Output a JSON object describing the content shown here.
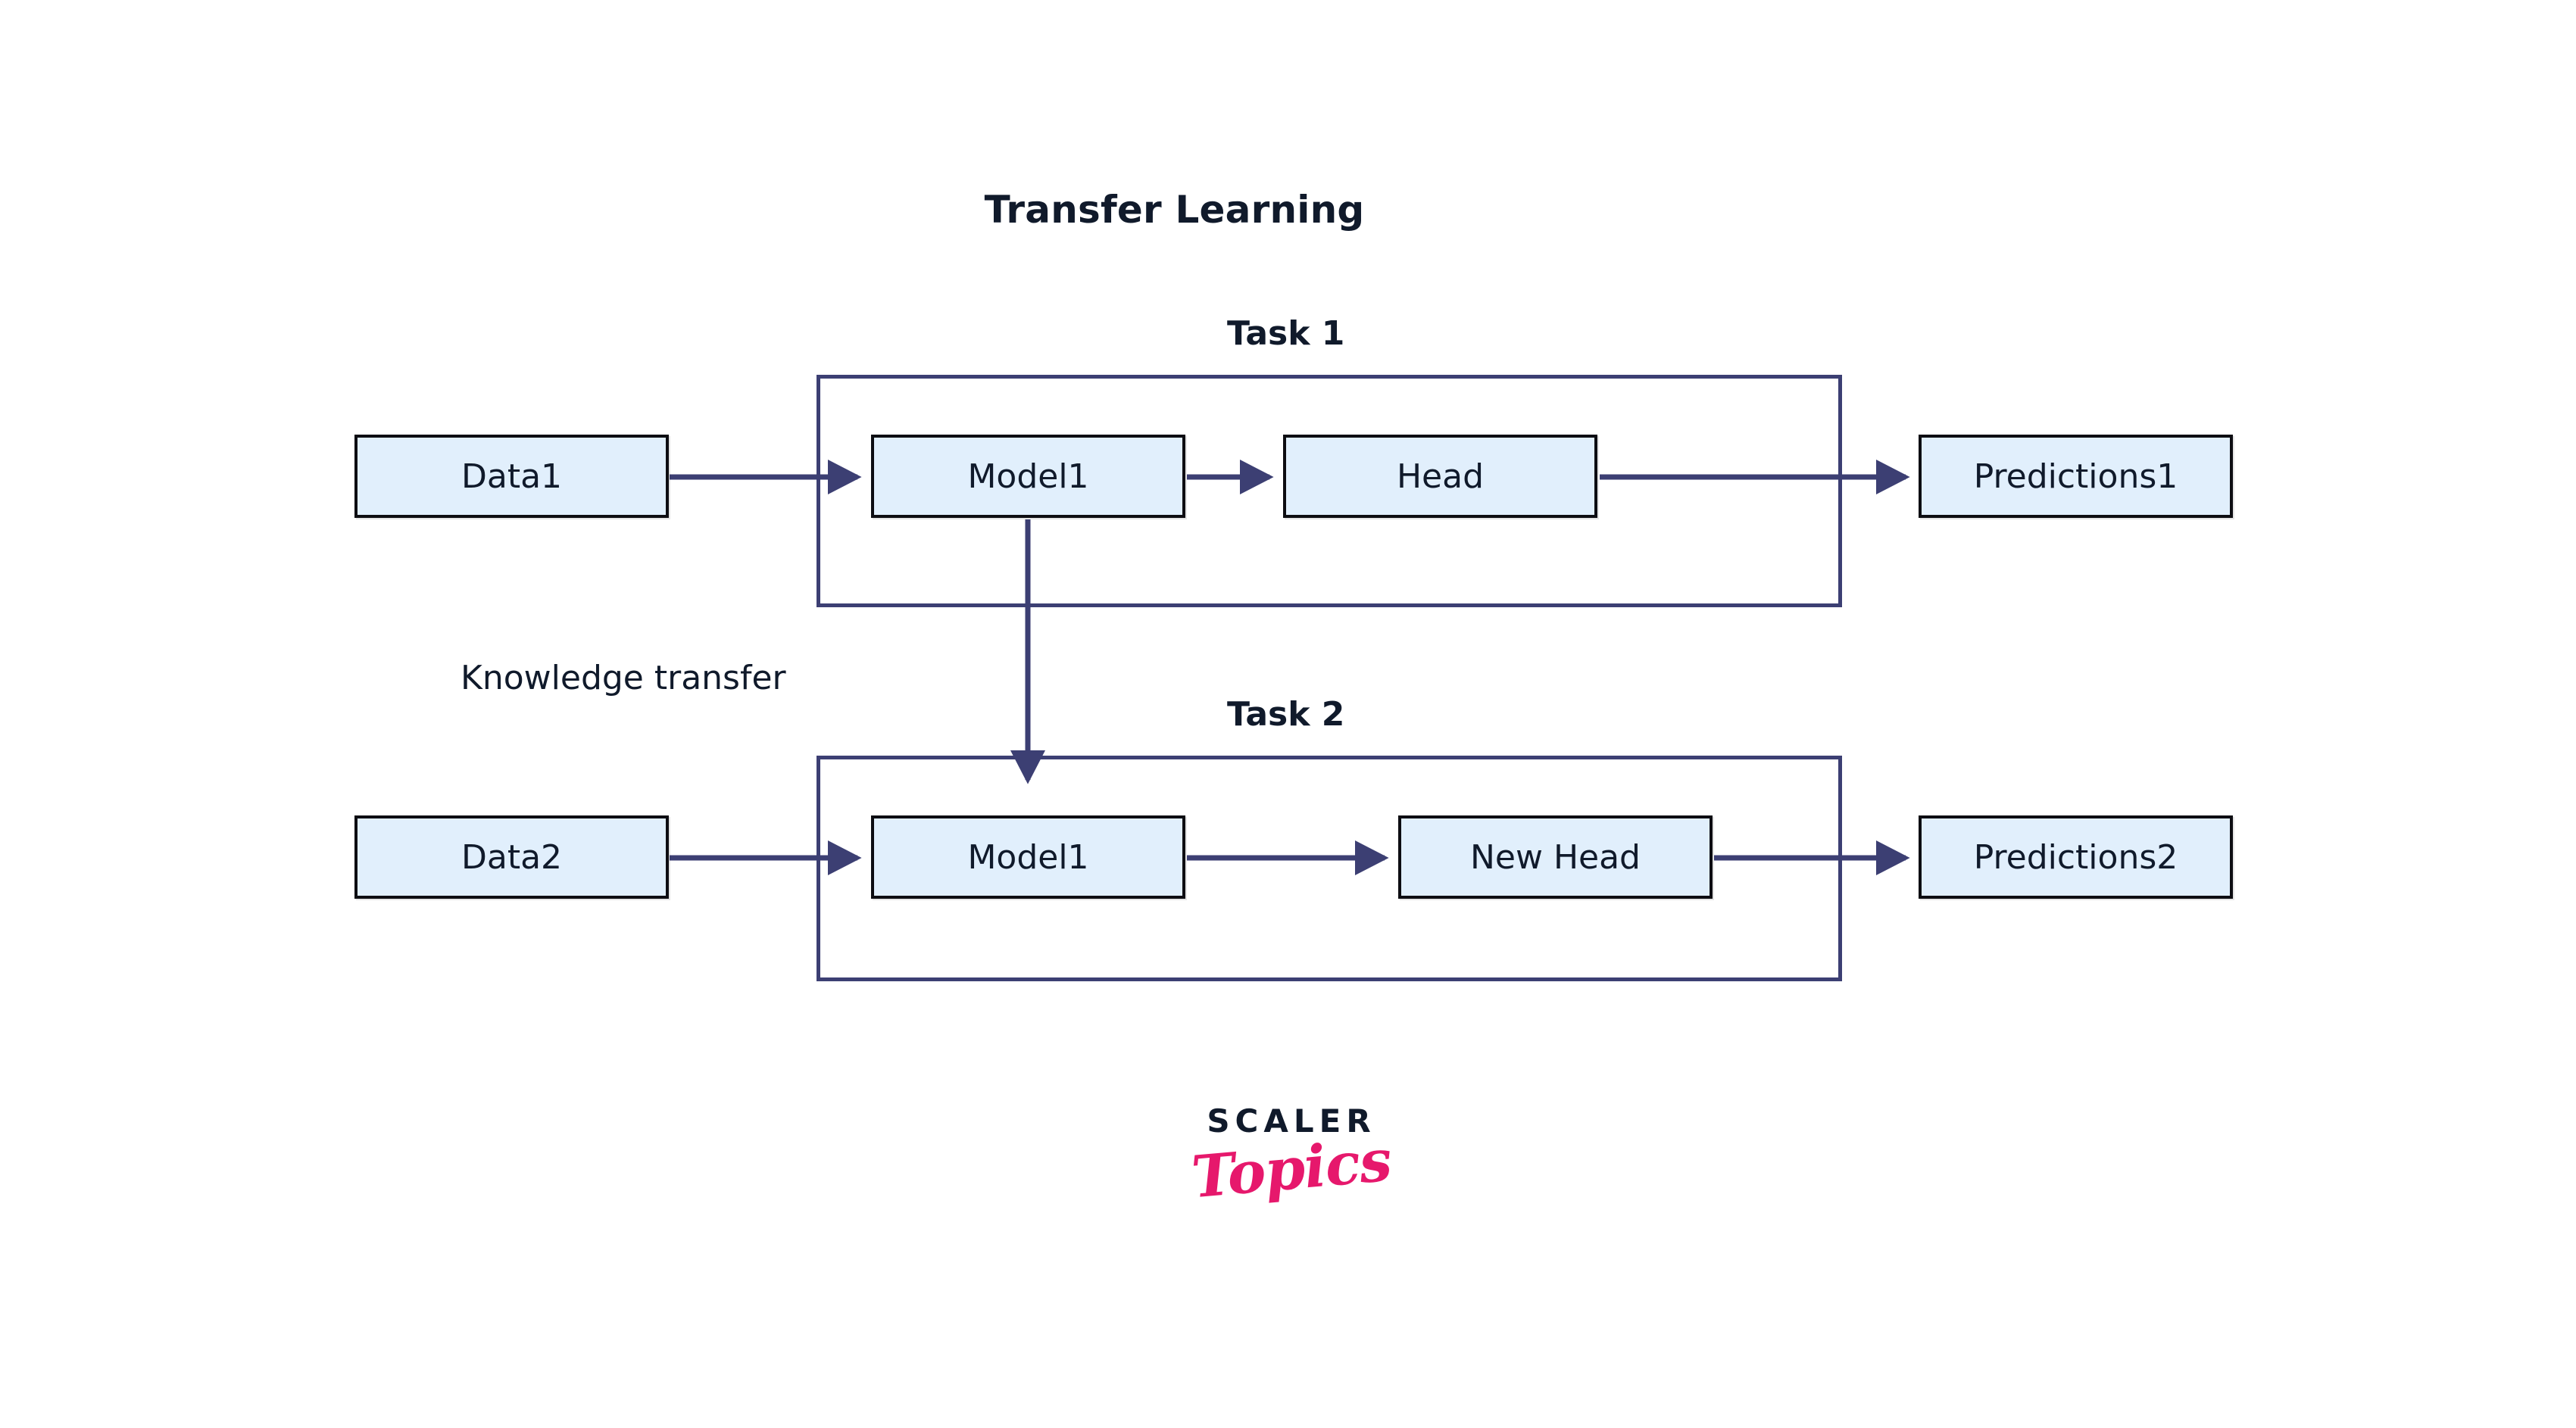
{
  "diagram": {
    "title": "Transfer Learning",
    "groups": [
      {
        "id": "task1",
        "label": "Task 1"
      },
      {
        "id": "task2",
        "label": "Task 2"
      }
    ],
    "annotations": [
      {
        "id": "knowledge-transfer",
        "label": "Knowledge transfer"
      }
    ],
    "nodes": {
      "data1": "Data1",
      "model1_task1": "Model1",
      "head": "Head",
      "predictions1": "Predictions1",
      "data2": "Data2",
      "model1_task2": "Model1",
      "new_head": "New Head",
      "predictions2": "Predictions2"
    },
    "edges": [
      {
        "from": "data1",
        "to": "model1_task1",
        "direction": "right"
      },
      {
        "from": "model1_task1",
        "to": "head",
        "direction": "right"
      },
      {
        "from": "head",
        "to": "predictions1",
        "direction": "right"
      },
      {
        "from": "model1_task1",
        "to": "model1_task2",
        "direction": "down",
        "label": "Knowledge transfer"
      },
      {
        "from": "data2",
        "to": "model1_task2",
        "direction": "right"
      },
      {
        "from": "model1_task2",
        "to": "new_head",
        "direction": "right"
      },
      {
        "from": "new_head",
        "to": "predictions2",
        "direction": "right"
      }
    ]
  },
  "logo": {
    "primary": "SCALER",
    "secondary": "Topics"
  },
  "colors": {
    "background": "#ffffff",
    "node_fill": "#e1effc",
    "node_border": "#0d0d12",
    "text": "#101a2b",
    "container_border": "#3c3f73",
    "arrow": "#3c3f73",
    "logo_primary": "#101a2b",
    "logo_secondary": "#e6186c"
  }
}
